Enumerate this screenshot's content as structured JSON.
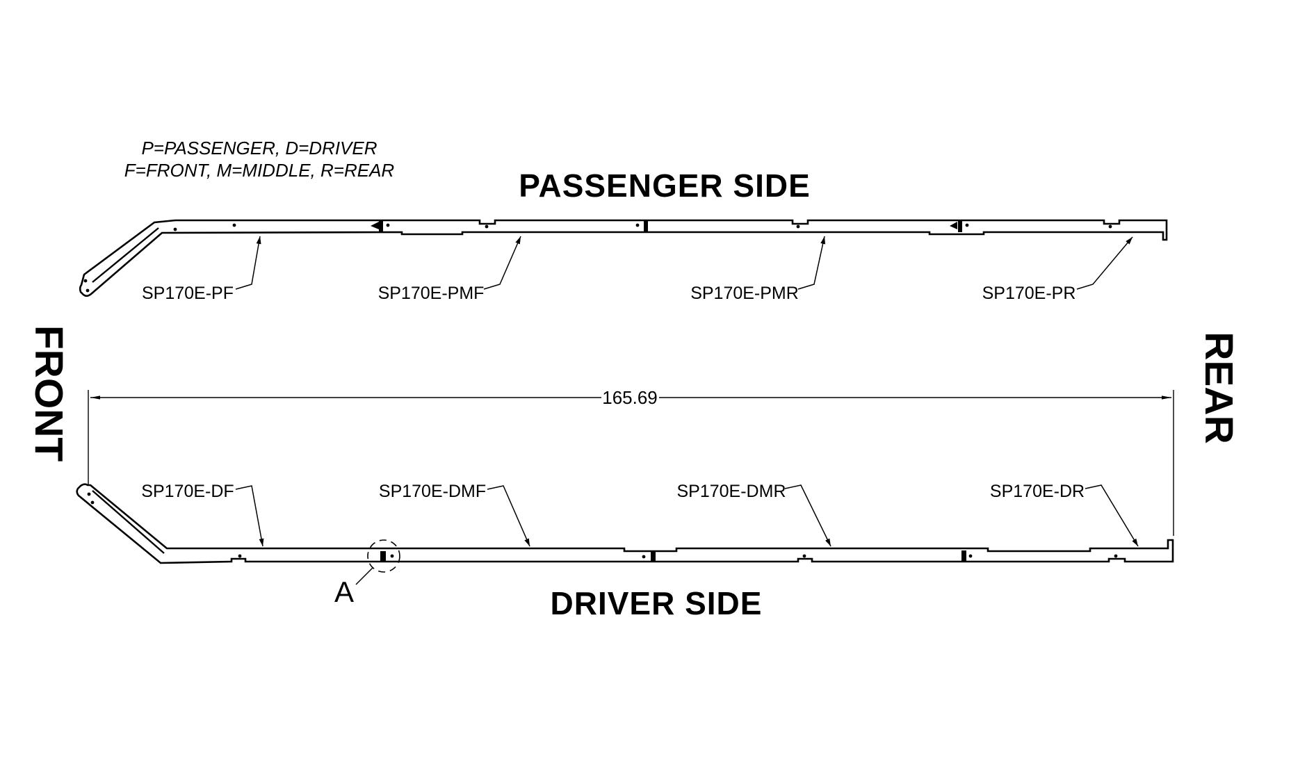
{
  "drawing": {
    "background_color": "#ffffff",
    "line_color": "#000000",
    "legend": {
      "line1": "P=PASSENGER, D=DRIVER",
      "line2": "F=FRONT, M=MIDDLE, R=REAR"
    },
    "passenger_view": {
      "title": "PASSENGER SIDE",
      "parts": [
        {
          "label": "SP170E-PF"
        },
        {
          "label": "SP170E-PMF"
        },
        {
          "label": "SP170E-PMR"
        },
        {
          "label": "SP170E-PR"
        }
      ]
    },
    "driver_view": {
      "title": "DRIVER SIDE",
      "parts": [
        {
          "label": "SP170E-DF"
        },
        {
          "label": "SP170E-DMF"
        },
        {
          "label": "SP170E-DMR"
        },
        {
          "label": "SP170E-DR"
        }
      ]
    },
    "orientation": {
      "front": "FRONT",
      "rear": "REAR"
    },
    "dimension": {
      "length": "165.69"
    },
    "detail": {
      "label": "A"
    }
  }
}
